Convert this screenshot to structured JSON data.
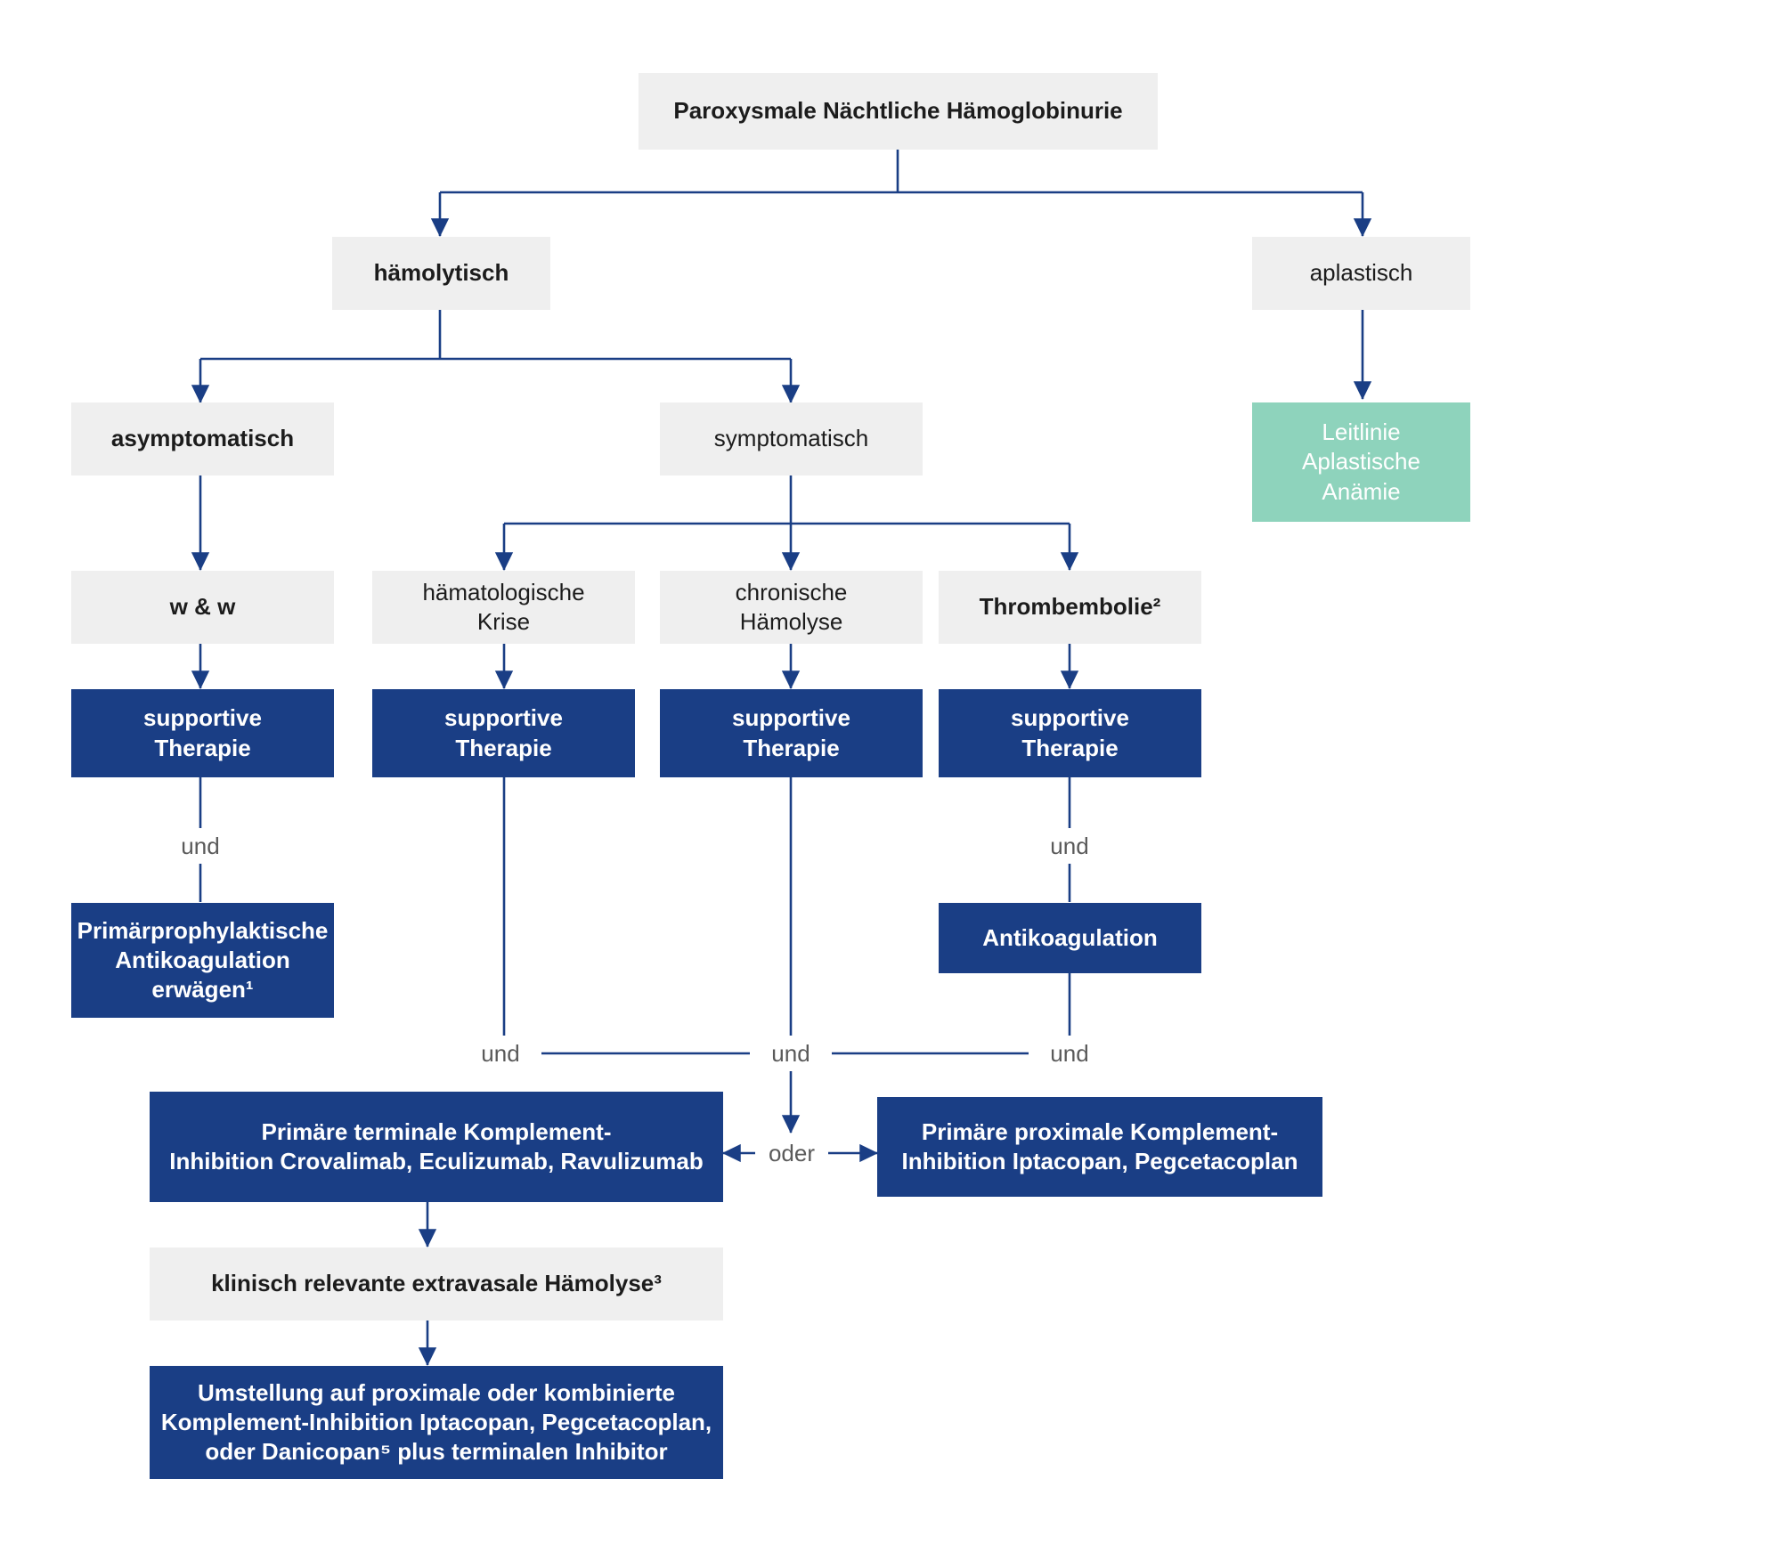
{
  "diagram": {
    "title_node": "Paroxysmale Nächtliche Hämoglobinurie",
    "colors": {
      "grey_box": "#efefef",
      "blue_box": "#1a3e85",
      "green_box": "#8ed3bc",
      "edge": "#1a3e85",
      "label_text": "#5a5a5a",
      "grey_text": "#1c1c1c",
      "white_text": "#ffffff"
    },
    "nodes": {
      "root": "Paroxysmale Nächtliche Hämoglobinurie",
      "haemolytisch": "hämolytisch",
      "aplastisch": "aplastisch",
      "leitlinie": {
        "line1": "Leitlinie",
        "line2": "Aplastische",
        "line3": "Anämie"
      },
      "asymptomatisch": "asymptomatisch",
      "symptomatisch": "symptomatisch",
      "w_und_w": "w & w",
      "haematologische_krise": {
        "line1": "hämatologische",
        "line2": "Krise"
      },
      "chronische_haemolyse": {
        "line1": "chronische",
        "line2": "Hämolyse"
      },
      "thrombembolie": "Thrombembolie²",
      "supportive_therapie_1": {
        "line1": "supportive",
        "line2": "Therapie"
      },
      "supportive_therapie_2": {
        "line1": "supportive",
        "line2": "Therapie"
      },
      "supportive_therapie_3": {
        "line1": "supportive",
        "line2": "Therapie"
      },
      "supportive_therapie_4": {
        "line1": "supportive",
        "line2": "Therapie"
      },
      "primaerprophylaktische": {
        "line1": "Primärprophylaktische",
        "line2": "Antikoagulation",
        "line3": "erwägen¹"
      },
      "antikoagulation": "Antikoagulation",
      "primaere_terminale": {
        "line1": "Primäre terminale Komplement-",
        "line2": "Inhibition Crovalimab, Eculizumab, Ravulizumab"
      },
      "primaere_proximale": {
        "line1": "Primäre proximale Komplement-",
        "line2": "Inhibition Iptacopan, Pegcetacoplan"
      },
      "extravasale_haemolyse": "klinisch relevante extravasale Hämolyse³",
      "umstellung": {
        "line1": "Umstellung auf proximale oder kombinierte",
        "line2": "Komplement-Inhibition Iptacopan, Pegcetacoplan,",
        "line3": "oder Danicopan⁵ plus terminalen Inhibitor"
      }
    },
    "connector_labels": {
      "und_left_vertical": "und",
      "und_right_vertical": "und",
      "und_row_left": "und",
      "und_row_center": "und",
      "und_row_right": "und",
      "oder": "oder"
    }
  }
}
